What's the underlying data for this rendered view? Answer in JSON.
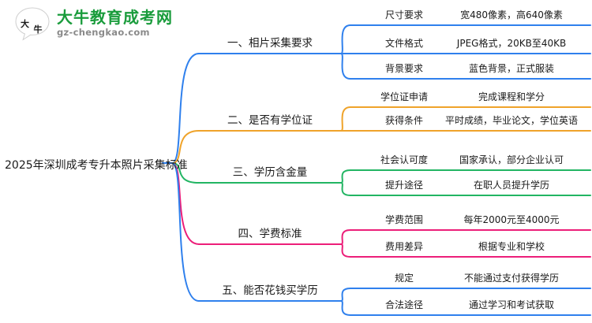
{
  "logo": {
    "mark_text": "大牛",
    "title": "大牛教育成考网",
    "domain": "gz-chengkao.com",
    "title_color": "#1a9c3c",
    "mark_color": "#d8262b"
  },
  "mindmap": {
    "root": "2025年深圳成考专升本照片采集标准",
    "branches": [
      {
        "label": "一、相片采集要求",
        "color": "#2f80ed",
        "items": [
          {
            "key": "尺寸要求",
            "value": "宽480像素，高640像素"
          },
          {
            "key": "文件格式",
            "value": "JPEG格式，20KB至40KB"
          },
          {
            "key": "背景要求",
            "value": "蓝色背景，正式服装"
          }
        ]
      },
      {
        "label": "二、是否有学位证",
        "color": "#efa32a",
        "items": [
          {
            "key": "学位证申请",
            "value": "完成课程和学分"
          },
          {
            "key": "获得条件",
            "value": "平时成绩，毕业论文，学位英语"
          }
        ]
      },
      {
        "label": "三、学历含金量",
        "color": "#22b563",
        "items": [
          {
            "key": "社会认可度",
            "value": "国家承认，部分企业认可"
          },
          {
            "key": "提升途径",
            "value": "在职人员提升学历"
          }
        ]
      },
      {
        "label": "四、学费标准",
        "color": "#ec1e79",
        "items": [
          {
            "key": "学费范围",
            "value": "每年2000元至4000元"
          },
          {
            "key": "费用差异",
            "value": "根据专业和学校"
          }
        ]
      },
      {
        "label": "五、能否花钱买学历",
        "color": "#2f80ed",
        "items": [
          {
            "key": "规定",
            "value": "不能通过支付获得学历"
          },
          {
            "key": "合法途径",
            "value": "通过学习和考试获取"
          }
        ]
      }
    ]
  }
}
